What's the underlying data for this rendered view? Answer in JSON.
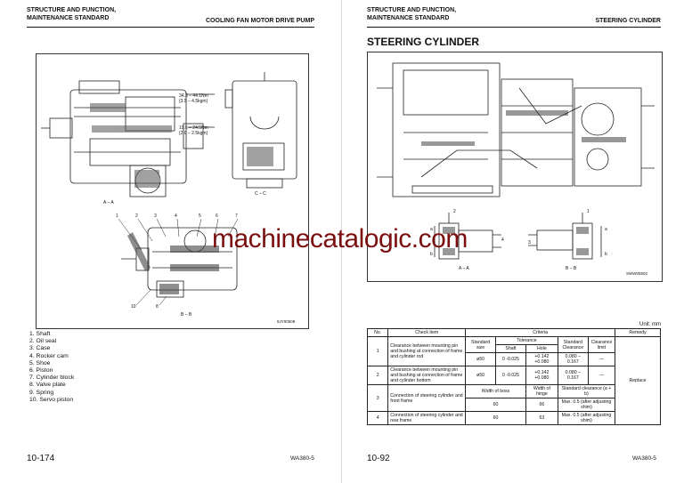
{
  "left_page": {
    "section_line1": "STRUCTURE AND FUNCTION,",
    "section_line2": "MAINTENANCE STANDARD",
    "subtitle": "COOLING FAN MOTOR DRIVE PUMP",
    "figure": {
      "torque1_a": "34.3 – 44.1Nm",
      "torque1_b": "{3.5 – 4.5kgm}",
      "torque2_a": "19.6 – 24.5Nm",
      "torque2_b": "{2.0 – 2.5kgm}",
      "view_aa": "A – A",
      "view_cc": "C – C",
      "view_bb": "B – B",
      "callouts": [
        "1",
        "2",
        "3",
        "4",
        "5",
        "6",
        "7",
        "10",
        "8"
      ],
      "code": "9JY00508"
    },
    "parts": [
      "1.  Shaft",
      "2.  Oil seal",
      "3.  Case",
      "4.  Rocker cam",
      "5.  Shoe",
      "6.  Piston",
      "7.  Cylinder block",
      "8.  Valve plate",
      "9.  Spring",
      "10. Servo piston"
    ],
    "page_number": "10-174",
    "model": "WA380-5"
  },
  "right_page": {
    "section_line1": "STRUCTURE AND FUNCTION,",
    "section_line2": "MAINTENANCE STANDARD",
    "subtitle": "STEERING CYLINDER",
    "title": "STEERING CYLINDER",
    "figure": {
      "view_aa": "A – A",
      "view_bb": "B – B",
      "code": "SWW05502",
      "mark_a": "a",
      "mark_b": "b",
      "mark_1": "1",
      "mark_2": "2",
      "mark_3": "3",
      "mark_4": "4"
    },
    "unit": "Unit: mm",
    "table": {
      "h_no": "No.",
      "h_check": "Check item",
      "h_criteria": "Criteria",
      "h_remedy": "Remedy",
      "h_standard_size": "Standard size",
      "h_tolerance": "Tolerance",
      "h_shaft": "Shaft",
      "h_hole": "Hole",
      "h_std_clearance": "Standard Clearance",
      "h_clearance_limit": "Clearance limit",
      "r1_no": "1",
      "r1_item": "Clearance between mounting pin and bushing at connection of frame and cylinder rod",
      "r1_size": "ø50",
      "r1_shaft": "0 -0.025",
      "r1_hole": "+0.142 +0.080",
      "r1_clear": "0.080 – 0.167",
      "r1_limit": "—",
      "r2_no": "2",
      "r2_item": "Clearance between mounting pin and bushing at connection of frame and cylinder bottom",
      "r2_size": "ø50",
      "r2_shaft": "0 -0.025",
      "r2_hole": "+0.142 +0.080",
      "r2_clear": "0.080 – 0.167",
      "r2_limit": "—",
      "remedy": "Replace",
      "h_boss": "Width of boss",
      "h_hinge": "Width of hinge",
      "h_std_clear_ab": "Standard clearance (a + b)",
      "r3_no": "3",
      "r3_item": "Connection of steering cylinder and front frame",
      "r3_boss": "60",
      "r3_hinge": "66",
      "r3_clear": "Max. 0.5 (after adjusting shim)",
      "r4_no": "4",
      "r4_item": "Connection of steering cylinder and rear frame",
      "r4_boss": "60",
      "r4_hinge": "63",
      "r4_clear": "Max. 0.5 (after adjusting shim)"
    },
    "page_number": "10-92",
    "model": "WA380-5"
  },
  "watermark": "machinecatalogic.com"
}
